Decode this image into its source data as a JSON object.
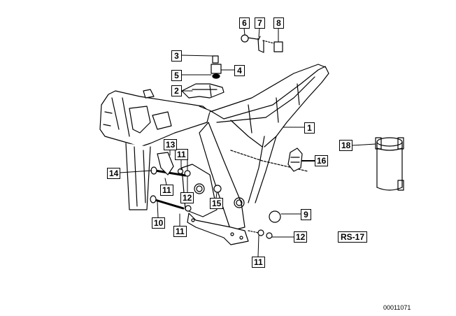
{
  "diagram": {
    "type": "exploded-parts-diagram",
    "subject": "Motorcycle frame assembly",
    "callouts": [
      {
        "id": "c1",
        "label": "1",
        "part": "frame"
      },
      {
        "id": "c2",
        "label": "2",
        "part": "bracket"
      },
      {
        "id": "c3",
        "label": "3",
        "part": "screw"
      },
      {
        "id": "c4",
        "label": "4",
        "part": "rubber mount"
      },
      {
        "id": "c5",
        "label": "5",
        "part": "nut"
      },
      {
        "id": "c6",
        "label": "6",
        "part": "bolt"
      },
      {
        "id": "c7",
        "label": "7",
        "part": "hook"
      },
      {
        "id": "c8",
        "label": "8",
        "part": "clip nut"
      },
      {
        "id": "c9",
        "label": "9",
        "part": "cap"
      },
      {
        "id": "c10",
        "label": "10",
        "part": "long bolt"
      },
      {
        "id": "c11a",
        "label": "11",
        "part": "washer"
      },
      {
        "id": "c11b",
        "label": "11",
        "part": "washer"
      },
      {
        "id": "c11c",
        "label": "11",
        "part": "washer"
      },
      {
        "id": "c11d",
        "label": "11",
        "part": "washer"
      },
      {
        "id": "c12a",
        "label": "12",
        "part": "nut"
      },
      {
        "id": "c12b",
        "label": "12",
        "part": "nut"
      },
      {
        "id": "c13",
        "label": "13",
        "part": "bracket"
      },
      {
        "id": "c14",
        "label": "14",
        "part": "bolt"
      },
      {
        "id": "c15",
        "label": "15",
        "part": "plug"
      },
      {
        "id": "c16",
        "label": "16",
        "part": "clip"
      },
      {
        "id": "c18",
        "label": "18",
        "part": "touch-up paint"
      }
    ],
    "reference_box": "RS-17",
    "drawing_number": "00011071"
  }
}
